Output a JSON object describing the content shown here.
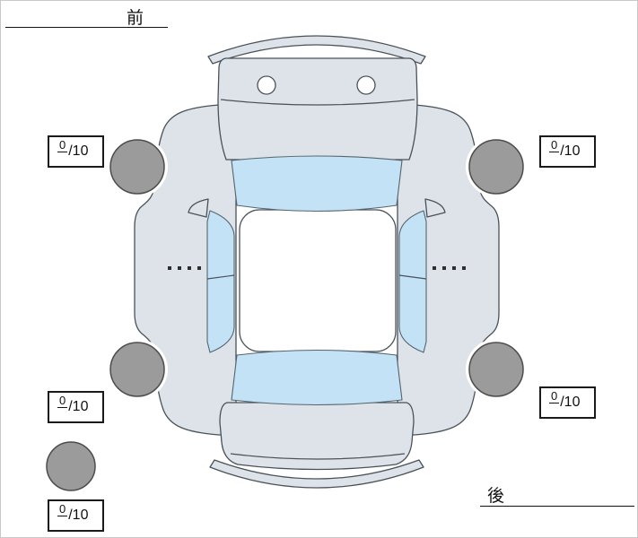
{
  "labels": {
    "front": "前",
    "rear": "後"
  },
  "scores": {
    "front_left": {
      "num": "0",
      "den": "/10"
    },
    "front_right": {
      "num": "0",
      "den": "/10"
    },
    "rear_left": {
      "num": "0",
      "den": "/10"
    },
    "rear_right": {
      "num": "0",
      "den": "/10"
    },
    "spare": {
      "num": "0",
      "den": "/10"
    }
  },
  "colors": {
    "body": "#dde3e8",
    "glass": "#c3e2f6",
    "roof": "#ffffff",
    "wheel": "#9b9b9b"
  },
  "icons": {
    "car_top_view": "car-top-view-diagram",
    "wheel": "wheel-circle",
    "spare_tire": "spare-tire-circle"
  }
}
